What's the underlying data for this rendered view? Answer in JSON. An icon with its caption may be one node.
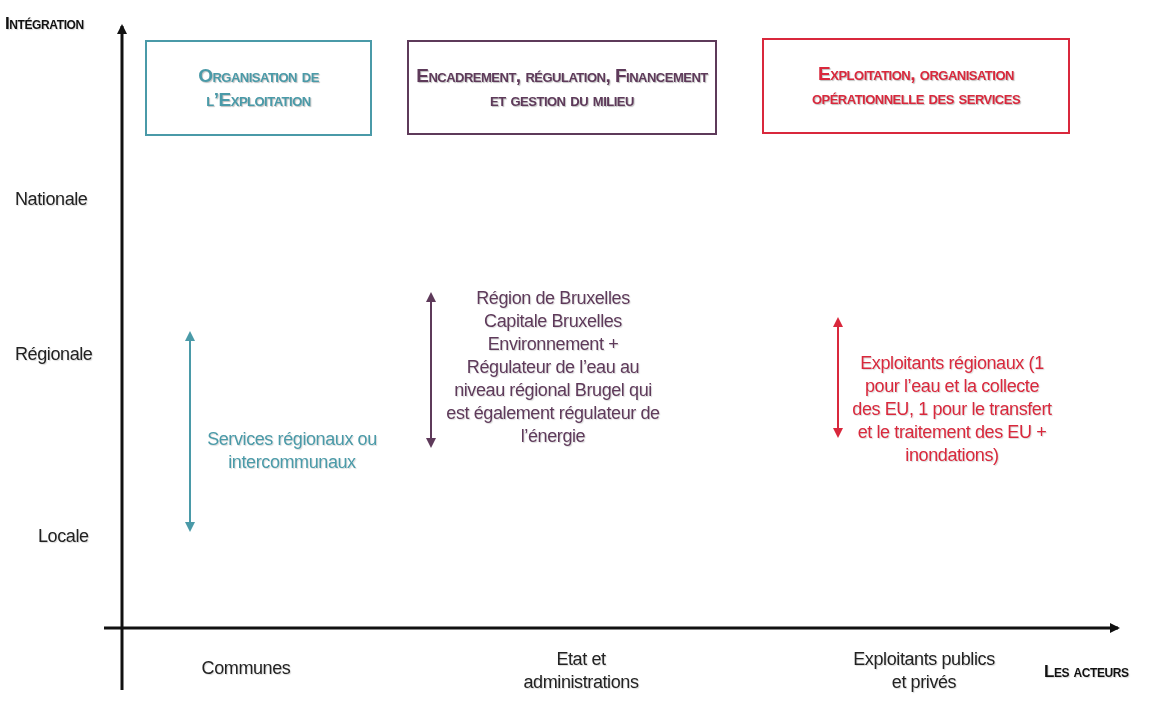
{
  "diagram": {
    "nodes": [
      {
        "text": [
          "Organisation de l’Exploitation"
        ]
      },
      {
        "text": [
          "Encadrement, régulation, Financement et gestion du milieu"
        ]
      },
      {
        "text": [
          "Exploitation, organisation opérationnelle des services"
        ]
      }
    ],
    "labels": [
      "Intégration",
      "Nationale",
      "Région de Bruxelles Capitale Bruxelles Environnement + Régulateur de l’eau au niveau régional Brugel qui est également régulateur de l’énergie",
      "Régionale",
      "Exploitants régionaux (1 pour l’eau et la collecte des EU, 1 pour le transfert et le traitement des EU + inondations)",
      "Services régionaux ou intercommunaux",
      "Locale",
      "Communes",
      "Etat et administrations",
      "Exploitants publics et privés",
      "Les acteurs"
    ]
  }
}
